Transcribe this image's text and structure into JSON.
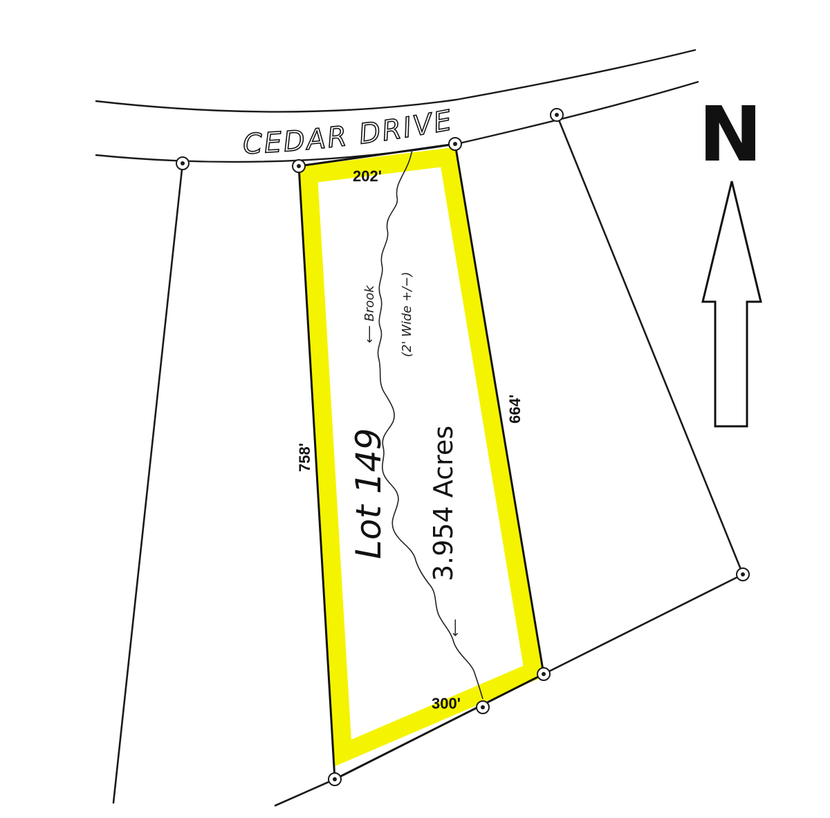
{
  "street": {
    "name": "CEDAR DRIVE"
  },
  "lot": {
    "label": "Lot 149",
    "area": "3.954 Acres",
    "highlight_color": "#f4f400"
  },
  "dimensions": {
    "north": "202'",
    "south": "300'",
    "west": "758'",
    "east": "664'"
  },
  "brook": {
    "label": "⟵ Brook",
    "width_note": "(2' Wide +/−)",
    "flow_arrow": "⟵"
  },
  "compass": {
    "letter": "N",
    "icon": "north-arrow-icon"
  }
}
